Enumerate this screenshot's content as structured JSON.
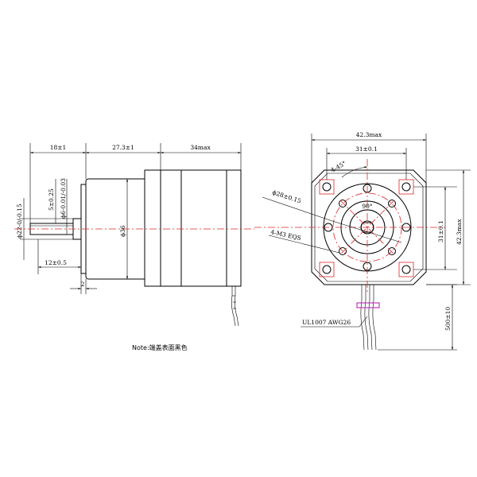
{
  "side_view": {
    "dim_shaft_length": "18±1",
    "dim_gearbox_length": "27.3±1",
    "dim_motor_length": "34max",
    "dim_shaft_diameter": "ϕ6-0.01/-0.03",
    "dim_flat_depth": "5±0.25",
    "dim_boss_diameter": "ϕ22-0/-0.15",
    "dim_boss_length": "12±0.5",
    "dim_gearbox_diameter": "ϕ36",
    "dim_flange_thickness": "2"
  },
  "front_view": {
    "dim_overall_width": "42.3max",
    "dim_hole_spacing_h": "31±0.1",
    "dim_hole_spacing_v": "31±0.1",
    "dim_overall_height": "42.3max",
    "dim_angle_45": "4-45°",
    "dim_angle_90": "90°",
    "dim_pcd": "ϕ28±0.15",
    "dim_mount_holes": "4-M3 EQS",
    "lead_wire_spec": "UL1007 AWG26",
    "lead_length": "500±10"
  },
  "note": "Note:端盖表面黑色",
  "colors": {
    "line": "#000000",
    "centerline": "#e0262b",
    "lead_band": "#c23ab8"
  }
}
